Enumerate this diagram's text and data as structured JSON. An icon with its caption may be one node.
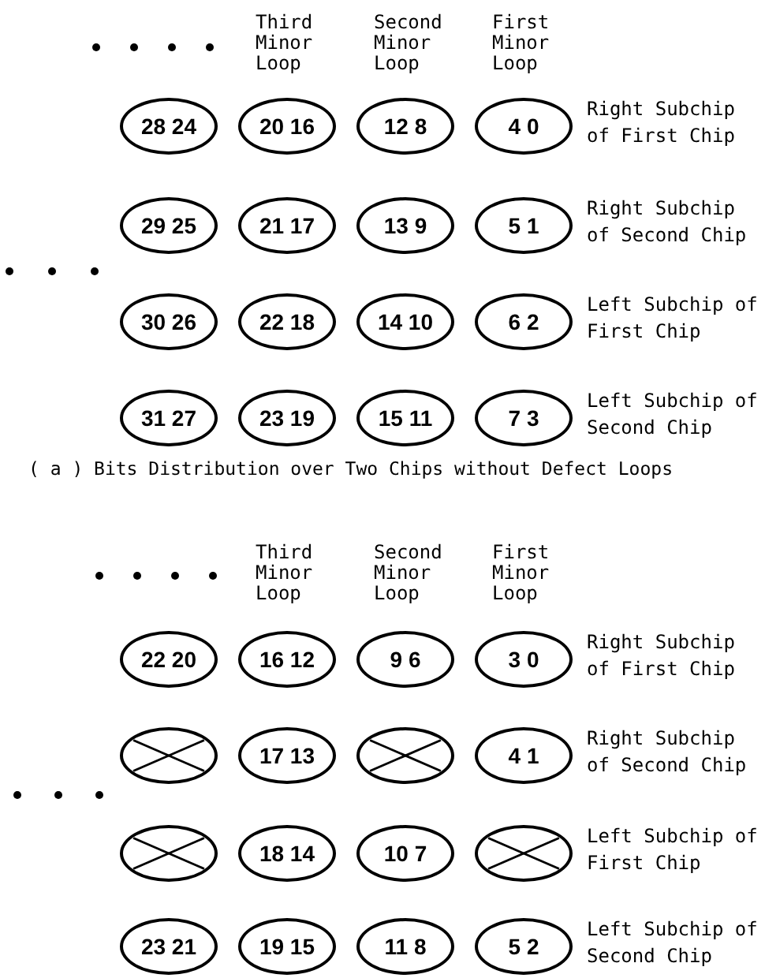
{
  "diagram": {
    "nodes": [
      {
        "text": [
          "28 24"
        ]
      },
      {
        "text": [
          "20 16"
        ]
      },
      {
        "text": [
          "12 8"
        ]
      },
      {
        "text": [
          "4 0"
        ]
      },
      {
        "text": [
          "29 25"
        ]
      },
      {
        "text": [
          "21 17"
        ]
      },
      {
        "text": [
          "13 9"
        ]
      },
      {
        "text": [
          "5 1"
        ]
      },
      {
        "text": [
          "30 26"
        ]
      },
      {
        "text": [
          "22 18"
        ]
      },
      {
        "text": [
          "14 10"
        ]
      },
      {
        "text": [
          "6 2"
        ]
      },
      {
        "text": [
          "31 27"
        ]
      },
      {
        "text": [
          "23 19"
        ]
      },
      {
        "text": [
          "15 11"
        ]
      },
      {
        "text": [
          "7 3"
        ]
      },
      {
        "text": [
          "22 20"
        ]
      },
      {
        "text": [
          "16 12"
        ]
      },
      {
        "text": [
          "9 6"
        ]
      },
      {
        "text": [
          "3 0"
        ]
      },
      {
        "text": [],
        "shape": "cross"
      },
      {
        "text": [
          "17 13"
        ]
      },
      {
        "text": [],
        "shape": "cross"
      },
      {
        "text": [
          "4 1"
        ]
      },
      {
        "text": [],
        "shape": "cross"
      },
      {
        "text": [
          "18 14"
        ]
      },
      {
        "text": [
          "10 7"
        ]
      },
      {
        "text": [],
        "shape": "cross"
      },
      {
        "text": [
          "23 21"
        ]
      },
      {
        "text": [
          "19 15"
        ]
      },
      {
        "text": [
          "11 8"
        ]
      },
      {
        "text": [
          "5 2"
        ]
      }
    ],
    "labels": [
      "Third Minor Loop",
      "Second Minor Loop",
      "First Minor Loop",
      "Right Subchip of First Chip",
      "Right Subchip of Second Chip",
      "Left Subchip of First Chip",
      "Left Subchip of Second Chip",
      "( a ) Bits Distribution over Two Chips without Defect Loops",
      "Third Minor Loop",
      "Second Minor Loop",
      "First Minor Loop",
      "Right Subchip of First Chip",
      "Right Subchip of Second Chip",
      "Left Subchip of First Chip",
      "Left Subchip of Second Chip"
    ]
  }
}
